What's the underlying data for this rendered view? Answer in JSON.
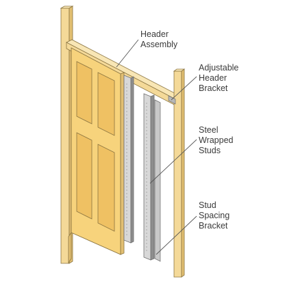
{
  "callouts": {
    "header_assembly": [
      "Header",
      "Assembly"
    ],
    "adjustable_header_bracket": [
      "Adjustable",
      "Header",
      "Bracket"
    ],
    "steel_wrapped_studs": [
      "Steel",
      "Wrapped",
      "Studs"
    ],
    "stud_spacing_bracket": [
      "Stud",
      "Spacing",
      "Bracket"
    ]
  },
  "colors": {
    "wood": "#f4d998",
    "wood_dark": "#e2bf72",
    "door": "#f7d37c",
    "door_panel": "#efc163",
    "outline": "#8a7440",
    "steel": "#c9c9c9",
    "steel_dark": "#8e8e8e",
    "leader": "#555555",
    "text": "#3a3a3a"
  }
}
